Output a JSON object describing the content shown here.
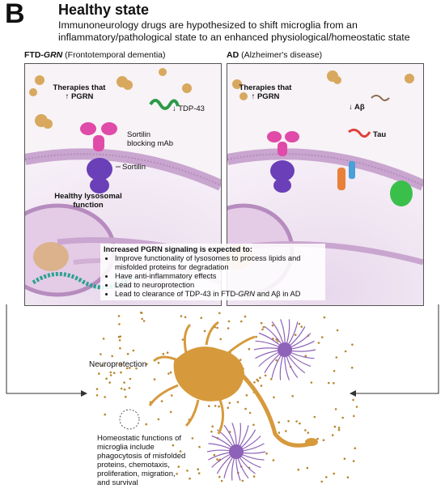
{
  "header": {
    "panel_letter": "B",
    "title": "Healthy state",
    "subtitle": "Immunoneurology drugs are hypothesized to shift microglia from an inflammatory/pathological state to an enhanced physiological/homeostatic state"
  },
  "left_panel": {
    "title_bold": "FTD-",
    "title_italic_bold": "GRN",
    "title_rest": " (Frontotemporal dementia)",
    "therapies_line1": "Therapies that",
    "therapies_line2": "↑ PGRN",
    "tdp43": "↓ TDP-43",
    "sortilin_mab_line1": "Sortilin",
    "sortilin_mab_line2": "blocking mAb",
    "sortilin": "Sortilin",
    "lysosome_line1": "Healthy lysosomal",
    "lysosome_line2": "function"
  },
  "right_panel": {
    "title_bold": "AD",
    "title_rest": " (Alzheimer's disease)",
    "therapies_line1": "Therapies that",
    "therapies_line2": "↑ PGRN",
    "abeta": "↓ Aβ",
    "tau": "Tau"
  },
  "info": {
    "heading": "Increased PGRN signaling is expected to:",
    "bullets": [
      "Improve functionality of lysosomes to process lipids and misfolded proteins for degradation",
      "Have anti-inflammatory effects",
      "Lead to neuroprotection"
    ],
    "last_bullet_pre": "Lead to clearance of TDP-43 in FTD-",
    "last_bullet_italic": "GRN",
    "last_bullet_post": " and Aβ in AD"
  },
  "bottom": {
    "neuroprotection": "Neuroprotection",
    "homeostatic_lines": [
      "Homeostatic functions of",
      "microglia include",
      "phagocytosis of misfolded",
      "proteins, chemotaxis,",
      "proliferation, migration,",
      "and survival"
    ]
  },
  "colors": {
    "microglia": "#d69a3c",
    "astrocyte": "#8e62b8",
    "mab": "#e04aa8",
    "sortilin": "#6a3fb8",
    "membrane": "#c9a6cf",
    "tdp43": "#2a9a48",
    "tau": "#e0403a"
  }
}
